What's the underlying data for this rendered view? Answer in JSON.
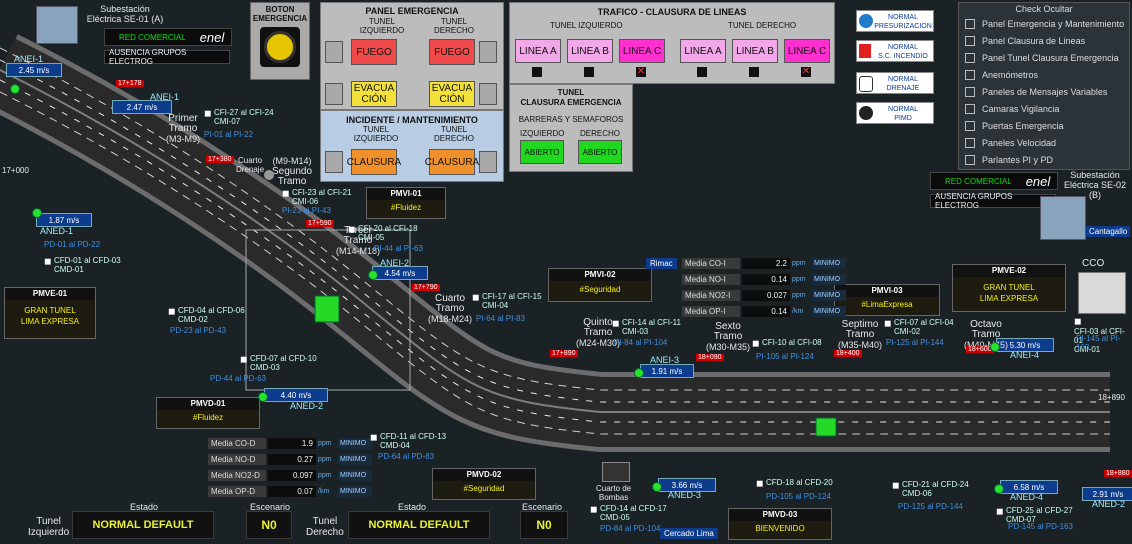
{
  "substations": {
    "se01": "Subestación\nEléctrica SE-01 (A)",
    "se02": "Subestación\nEléctrica SE-02 (B)",
    "red_comercial": "RED COMERCIAL",
    "enel": "enel",
    "ausencia": "AUSENCIA GRUPOS ELECTROG"
  },
  "boton_emergencia": {
    "title": "BOTON\nEMERGENCIA"
  },
  "panel_emergencia": {
    "title": "PANEL EMERGENCIA",
    "izq": "TUNEL\nIZQUIERDO",
    "der": "TUNEL\nDERECHO",
    "fuego": "FUEGO",
    "evacuacion": "EVACUA\nCIÓN"
  },
  "incidente": {
    "title": "INCIDENTE / MANTENIMIENTO",
    "izq": "TUNEL\nIZQUIERDO",
    "der": "TUNEL\nDERECHO",
    "clausura": "CLAUSURA"
  },
  "trafico": {
    "title": "TRAFICO - CLAUSURA DE LINEAS",
    "izq": "TUNEL IZQUIERDO",
    "der": "TUNEL DERECHO",
    "lineas": [
      "LINEA A",
      "LINEA B",
      "LINEA C"
    ]
  },
  "clausura_emergencia": {
    "title": "TUNEL\nCLAUSURA EMERGENCIA",
    "subtitle": "BARRERAS Y SEMAFOROS",
    "izq": "IZQUIERDO",
    "der": "DERECHO",
    "abierto": "ABIERTO"
  },
  "legend": [
    {
      "label": "NORMAL\nPRESURIZACION",
      "icon": "fan-icon"
    },
    {
      "label": "NORMAL\nS.C. INCENDIO",
      "icon": "extinguisher-icon"
    },
    {
      "label": "NORMAL\nDRENAJE",
      "icon": "drain-icon"
    },
    {
      "label": "NORMAL\nPIMD",
      "icon": "sensor-icon"
    }
  ],
  "check_ocultar": {
    "title": "Check Ocultar",
    "items": [
      "Panel Emergencia y Mantenimiento",
      "Panel Clausura de Lineas",
      "Panel Tunel Clausura Emergencia",
      "Anemómetros",
      "Paneles de Mensajes Variables",
      "Camaras Vigilancia",
      "Puertas Emergencia",
      "Paneles Velocidad",
      "Parlantes PI y PD"
    ]
  },
  "vms": [
    {
      "id": "PMVE-01",
      "msg": "GRAN TUNEL\nLIMA EXPRESA"
    },
    {
      "id": "PMVI-01",
      "msg": "#Fluidez"
    },
    {
      "id": "PMVI-02",
      "msg": "#Seguridad"
    },
    {
      "id": "PMVI-03",
      "msg": "#LimaExpresa"
    },
    {
      "id": "PMVE-02",
      "msg": "GRAN TUNEL\nLIMA EXPRESA"
    },
    {
      "id": "PMVD-01",
      "msg": "#Fluidez"
    },
    {
      "id": "PMVD-02",
      "msg": "#Seguridad"
    },
    {
      "id": "PMVD-03",
      "msg": "BIENVENIDO"
    }
  ],
  "anemometers": [
    {
      "id": "ANEI-1",
      "value": "2.45",
      "unit": "m/s"
    },
    {
      "id": "ANEI-1",
      "value": "2.47",
      "unit": "m/s"
    },
    {
      "id": "ANED-1",
      "value": "1.87",
      "unit": "m/s"
    },
    {
      "id": "ANEI-2",
      "value": "4.54",
      "unit": "m/s"
    },
    {
      "id": "ANED-2",
      "value": "4.40",
      "unit": "m/s"
    },
    {
      "id": "ANEI-3",
      "value": "1.91",
      "unit": "m/s"
    },
    {
      "id": "ANED-3",
      "value": "3.66",
      "unit": "m/s"
    },
    {
      "id": "ANEI-4",
      "value": "5.30",
      "unit": "m/s"
    },
    {
      "id": "ANED-4",
      "value": "6.58",
      "unit": "m/s"
    },
    {
      "id": "ANED-2",
      "value": "2.91",
      "unit": "m/s"
    }
  ],
  "gas_rimac": [
    {
      "name": "Media CO-I",
      "value": "2.2",
      "unit": "ppm",
      "status": "MINIMO"
    },
    {
      "name": "Media NO-I",
      "value": "0.14",
      "unit": "ppm",
      "status": "MINIMO"
    },
    {
      "name": "Media NO2-I",
      "value": "0.027",
      "unit": "ppm",
      "status": "MINIMO"
    },
    {
      "name": "Media OP-I",
      "value": "0.14",
      "unit": "/km",
      "status": "MINIMO"
    }
  ],
  "gas_left": [
    {
      "name": "Media CO-D",
      "value": "1.9",
      "unit": "ppm",
      "status": "MINIMO"
    },
    {
      "name": "Media NO-D",
      "value": "0.27",
      "unit": "ppm",
      "status": "MINIMO"
    },
    {
      "name": "Media NO2-D",
      "value": "0.097",
      "unit": "ppm",
      "status": "MINIMO"
    },
    {
      "name": "Media OP-D",
      "value": "0.07",
      "unit": "/km",
      "status": "MINIMO"
    }
  ],
  "tramos": [
    {
      "name": "Primer\nTramo",
      "range": "(M3-M9)"
    },
    {
      "name": "Segundo\nTramo",
      "range": "(M9-M14)"
    },
    {
      "name": "Tercer\nTramo",
      "range": "(M14-M18)"
    },
    {
      "name": "Cuarto\nTramo",
      "range": "(M18-M24)"
    },
    {
      "name": "Quinto\nTramo",
      "range": "(M24-M30)"
    },
    {
      "name": "Sexto\nTramo",
      "range": "(M30-M35)"
    },
    {
      "name": "Septimo\nTramo",
      "range": "(M35-M40)"
    },
    {
      "name": "Octavo\nTramo",
      "range": "(M40-M45)"
    }
  ],
  "places": {
    "rimac": "Rimac",
    "cantagallo": "Cantagallo",
    "cco": "CCO",
    "cercado": "Cercado Lima",
    "cuarto_drenaje": "Cuarto\nDrenaje",
    "cuarto_bombas": "Cuarto de\nBombas"
  },
  "kms": {
    "start": "17+000",
    "end": "18+890"
  },
  "markers": [
    "17+178",
    "17+380",
    "17+590",
    "17+790",
    "17+890",
    "18+090",
    "18+400",
    "18+600",
    "18+880"
  ],
  "cameras": [
    "CFI-27 al CFI-24\nCMI-07",
    "CFI-23 al CFI-21\nCMI-06",
    "CFI-20 al CFI-18\nCMI-05",
    "CFI-17 al CFI-15\nCMI-04",
    "CFI-14 al CFI-11\nCMI-03",
    "CFI-10 al CFI-08",
    "CFI-07 al CFI-04\nCMI-02",
    "CFI-03 al CFI-01\nCMI-01",
    "CFD-01 al CFD-03\nCMD-01",
    "CFD-04 al CFD-06\nCMD-02",
    "CFD-07 al CFD-10\nCMD-03",
    "CFD-11 al CFD-13\nCMD-04",
    "CFD-14 al CFD-17\nCMD-05",
    "CFD-18 al CFD-20",
    "CFD-21 al CFD-24\nCMD-06",
    "CFD-25 al CFD-27\nCMD-07"
  ],
  "speakers": [
    "PI-01 al PI-22",
    "PI-23 al PI-43",
    "PI-44 al PI-63",
    "PI-64 al PI-83",
    "PI-84 al PI-104",
    "PI-105 al PI-124",
    "PI-125 al PI-144",
    "PI-145 al PI-163",
    "PD-01 al PD-22",
    "PD-23 al PD-43",
    "PD-44 al PD-63",
    "PD-64 al PD-83",
    "PD-84 al PD-104",
    "PD-105 al PD-124",
    "PD-125 al PD-144",
    "PD-145 al PD-163"
  ],
  "bottom": {
    "estado": "Estado",
    "escenario": "Escenario",
    "tunel_izq": "Tunel\nIzquierdo",
    "tunel_der": "Tunel\nDerecho",
    "estado_val": "NORMAL DEFAULT",
    "escenario_val": "N0"
  }
}
